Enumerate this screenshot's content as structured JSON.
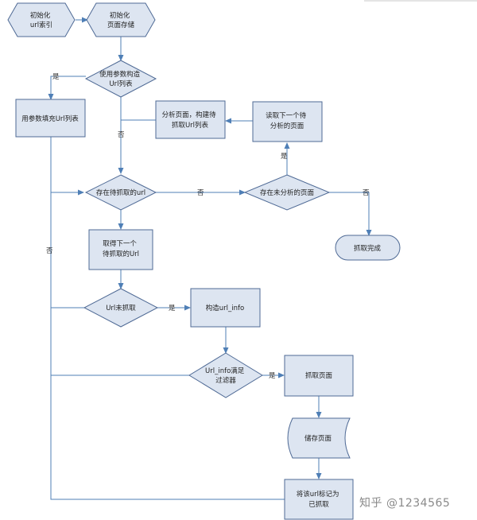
{
  "nodes": {
    "init_index": [
      "初始化",
      "url索引"
    ],
    "init_storage": [
      "初始化",
      "页面存储"
    ],
    "param_decision": [
      "使用参数构造",
      "Url列表"
    ],
    "fill_list": [
      "用参数填充Url列表"
    ],
    "analyze_page": [
      "分析页面，构建待",
      "抓取Url列表"
    ],
    "read_next": [
      "读取下一个待",
      "分析的页面"
    ],
    "pending_url_decision": [
      "存在待抓取的url"
    ],
    "unanalyzed_decision": [
      "存在未分析的页面"
    ],
    "crawl_done": [
      "抓取完成"
    ],
    "get_next_url": [
      "取得下一个",
      "待抓取的Url"
    ],
    "not_crawled_decision": [
      "Url未抓取"
    ],
    "build_url_info": [
      "构造url_info"
    ],
    "filter_decision": [
      "Url_info满足",
      "过滤器"
    ],
    "fetch_page": [
      "抓取页面"
    ],
    "store_page": [
      "储存页面"
    ],
    "mark_url": [
      "将该url标记为",
      "已抓取"
    ]
  },
  "edge_labels": {
    "param_yes": "是",
    "param_no": "否",
    "pending_no": "否",
    "unanalyzed_yes": "是",
    "unanalyzed_no": "否",
    "fill_no": "否",
    "not_crawled_yes": "是",
    "filter_yes": "是"
  },
  "watermark": "知乎 @1234565"
}
